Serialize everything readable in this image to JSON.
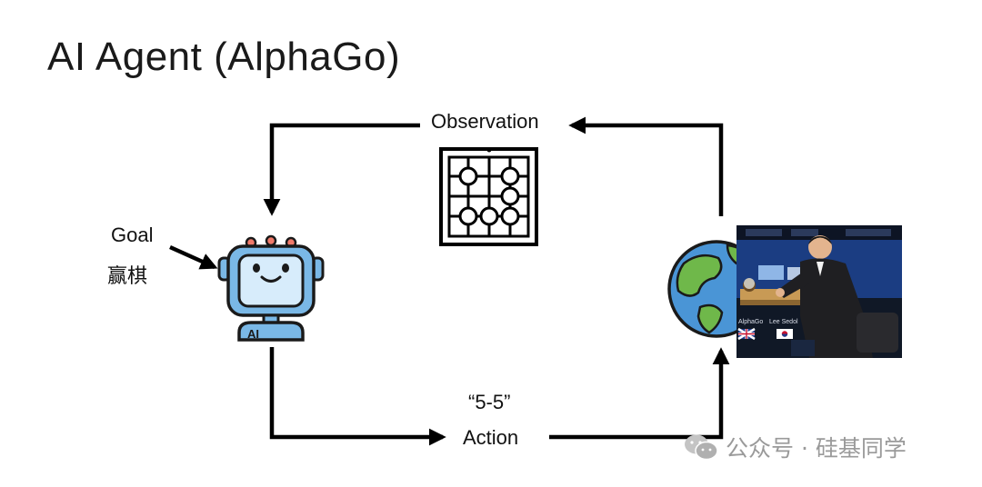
{
  "title": "AI Agent (AlphaGo)",
  "observation": {
    "label": "Observation",
    "icon": "go-board-icon"
  },
  "goal": {
    "label_en": "Goal",
    "label_cn": "赢棋"
  },
  "agent": {
    "icon": "robot-icon",
    "badge": "AI",
    "accent": "#7ab8e6"
  },
  "environment": {
    "icon": "globe-icon",
    "photo_captions": [
      "AlphaGo",
      "Lee Sedol"
    ]
  },
  "action": {
    "move": "“5-5”",
    "label": "Action"
  },
  "watermark": {
    "text": "公众号 · 硅基同学",
    "icon": "wechat-icon"
  }
}
